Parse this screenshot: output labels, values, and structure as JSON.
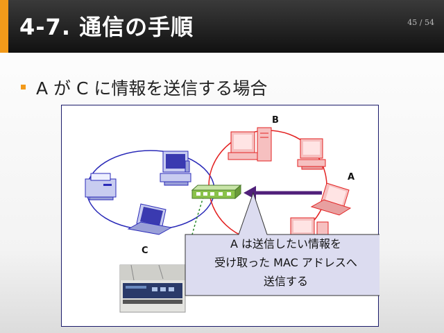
{
  "header": {
    "title": "4-7. 通信の手順",
    "page": "45 / 54"
  },
  "bullet": {
    "text": "A が C に情報を送信する場合"
  },
  "diagram": {
    "labels": {
      "a": "A",
      "b": "B",
      "c": "C"
    },
    "callout": {
      "line1": "A は送信したい情報を",
      "line2": "受け取った MAC アドレスへ",
      "line3": "送信する"
    },
    "colors": {
      "left_network": "#2a2ab8",
      "right_network": "#e32222",
      "arrow": "#50207a",
      "switch": "#8ac24a",
      "callout_fill": "#dcdcf0"
    }
  }
}
